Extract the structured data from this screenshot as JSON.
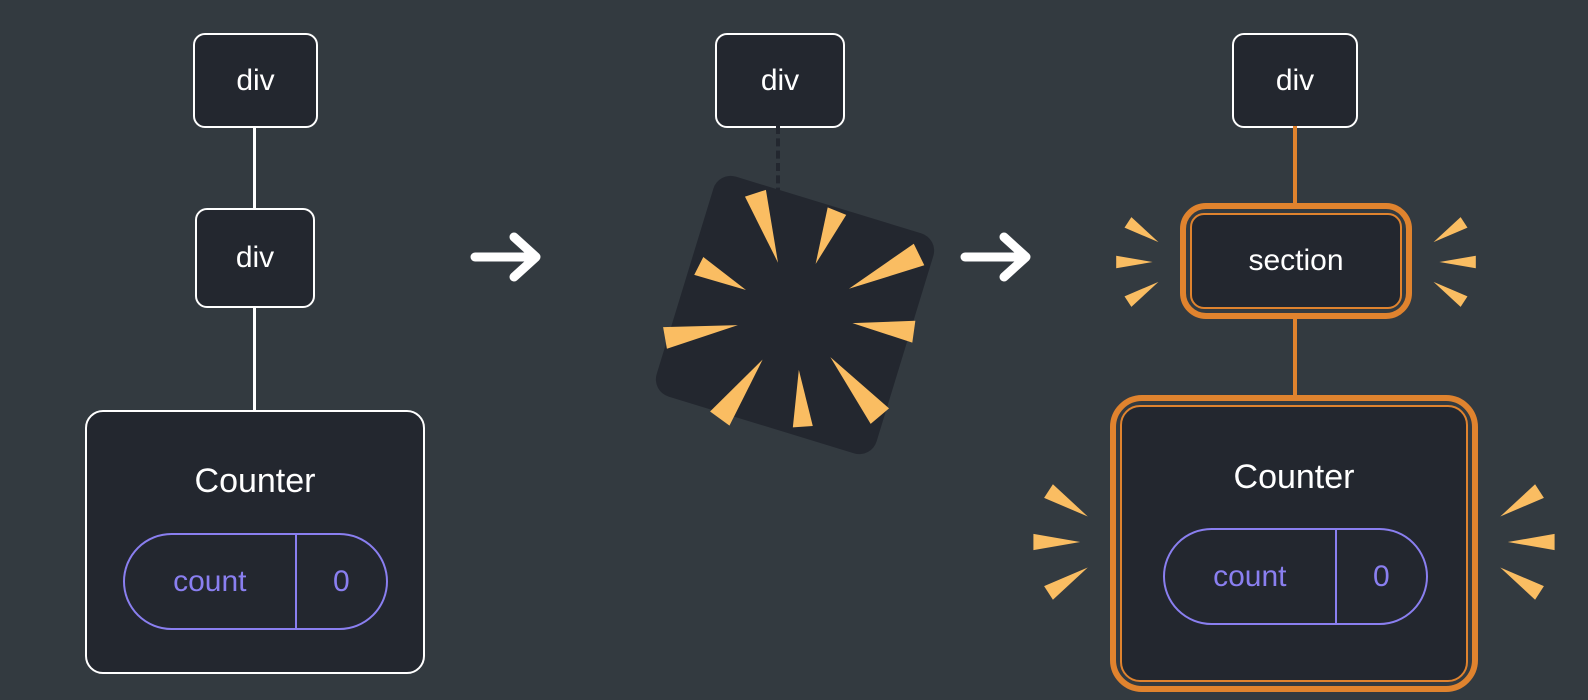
{
  "colors": {
    "background": "#333a40",
    "node_fill": "#23272f",
    "node_border": "#ffffff",
    "highlight_orange": "#e0832e",
    "spark_orange": "#fabd62",
    "state_purple": "#8a7ff0",
    "arrow_white": "#ffffff"
  },
  "before": {
    "root_label": "div",
    "child_label": "div",
    "component_label": "Counter",
    "state_key": "count",
    "state_value": "0"
  },
  "during": {
    "root_label": "div"
  },
  "after": {
    "root_label": "div",
    "child_label": "section",
    "component_label": "Counter",
    "state_key": "count",
    "state_value": "0"
  },
  "icons": {
    "arrow": "arrow-right-icon",
    "poof": "poof-burst-icon",
    "spark": "spark-burst-icon"
  }
}
